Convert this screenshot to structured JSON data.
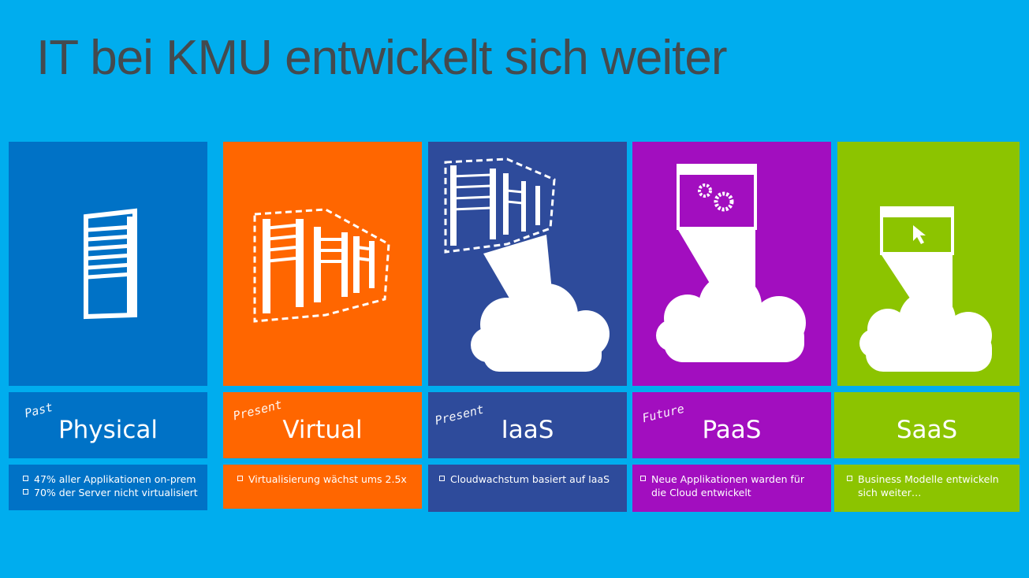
{
  "slide": {
    "title": "IT bei KMU entwickelt sich weiter"
  },
  "columns": [
    {
      "name": "Physical",
      "tag": "Past",
      "color": "#0072c6",
      "icon": "server-icon",
      "bullets": [
        "47% aller Applikationen on-prem",
        "70% der Server nicht virtualisiert"
      ]
    },
    {
      "name": "Virtual",
      "tag": "Present",
      "color": "#ff6600",
      "icon": "virtual-servers-icon",
      "bullets": [
        "Virtualisierung wächst ums 2.5x"
      ]
    },
    {
      "name": "IaaS",
      "tag": "Present",
      "color": "#2e4b9b",
      "icon": "servers-to-cloud-icon",
      "bullets": [
        "Cloudwachstum basiert auf IaaS"
      ]
    },
    {
      "name": "PaaS",
      "tag": "Future",
      "color": "#a20ebf",
      "icon": "app-gears-to-cloud-icon",
      "bullets": [
        "Neue Applikationen warden für die Cloud entwickelt"
      ]
    },
    {
      "name": "SaaS",
      "tag": "",
      "color": "#8cc400",
      "icon": "app-cursor-to-cloud-icon",
      "bullets": [
        "Business Modelle entwickeln sich weiter…"
      ]
    }
  ]
}
